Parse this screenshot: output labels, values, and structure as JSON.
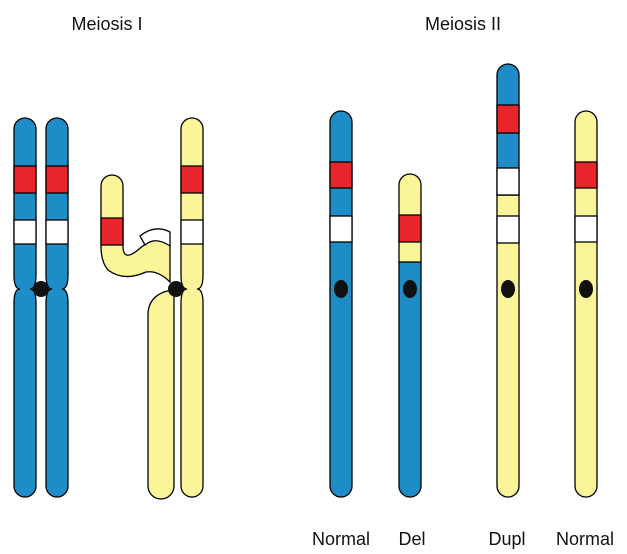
{
  "titles": {
    "meiosis1": "Meiosis I",
    "meiosis2": "Meiosis II"
  },
  "products": [
    "Normal",
    "Del",
    "Dupl",
    "Normal"
  ],
  "colors": {
    "blue_chromosome": "#1e8dc7",
    "yellow_chromosome": "#fbf59a",
    "red_band": "#e8252b",
    "white_band": "#ffffff",
    "centromere": "#111111",
    "outline": "#000000"
  }
}
